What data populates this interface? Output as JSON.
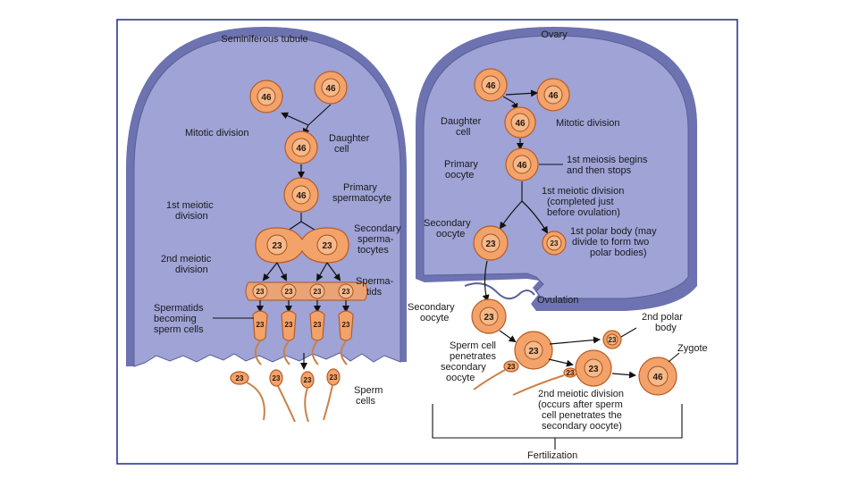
{
  "diagram": {
    "left_panel": {
      "title": "Seminiferous tubule",
      "labels": {
        "mitotic_division": "Mitotic division",
        "daughter_cell": [
          "Daughter",
          "cell"
        ],
        "primary_spermatocyte": [
          "Primary",
          "spermatocyte"
        ],
        "first_meiotic_division": [
          "1st meiotic",
          "division"
        ],
        "secondary_spermatocytes": [
          "Secondary",
          "sperma-",
          "tocytes"
        ],
        "second_meiotic_division": [
          "2nd meiotic",
          "division"
        ],
        "spermatids": [
          "Sperma-",
          "tids"
        ],
        "spermatids_becoming": [
          "Spermatids",
          "becoming",
          "sperm cells"
        ],
        "sperm_cells": [
          "Sperm",
          "cells"
        ]
      }
    },
    "right_panel": {
      "title": "Ovary",
      "labels": {
        "daughter_cell": [
          "Daughter",
          "cell"
        ],
        "mitotic_division": "Mitotic division",
        "primary_oocyte": [
          "Primary",
          "oocyte"
        ],
        "meiosis_begins": [
          "1st meiosis begins",
          "and then stops"
        ],
        "first_meiotic_division": [
          "1st meiotic division",
          "(completed just",
          "before ovulation)"
        ],
        "secondary_oocyte": [
          "Secondary",
          "oocyte"
        ],
        "first_polar_body": [
          "1st polar body (may",
          "divide to form two",
          "polar bodies)"
        ],
        "ovulation": "Ovulation",
        "secondary_oocyte_out": [
          "Secondary",
          "oocyte"
        ],
        "sperm_penetrates": [
          "Sperm cell",
          "penetrates",
          "secondary",
          "oocyte"
        ],
        "second_polar_body": [
          "2nd polar",
          "body"
        ],
        "zygote": "Zygote",
        "second_meiotic_division": [
          "2nd meiotic division",
          "(occurs after sperm",
          "cell penetrates the",
          "secondary oocyte)"
        ],
        "fertilization": "Fertilization"
      }
    },
    "chromosome_numbers": {
      "diploid": "46",
      "haploid": "23"
    }
  }
}
